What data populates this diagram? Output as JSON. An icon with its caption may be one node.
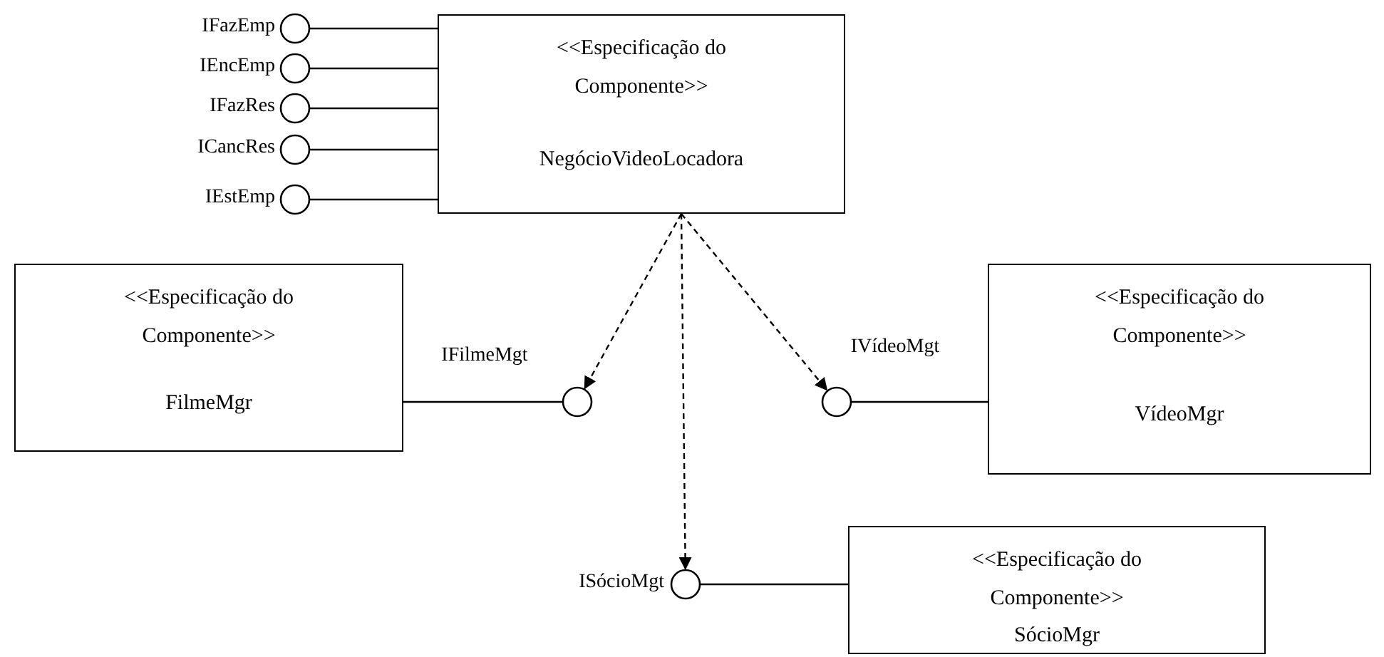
{
  "diagram": {
    "nodes": [
      {
        "text": [
          "<<Especificação do Componente>>",
          "NegócioVideoLocadora"
        ]
      },
      {
        "text": [
          "IFazEmp"
        ]
      },
      {
        "text": [
          "IEncEmp"
        ]
      },
      {
        "text": [
          "IFazRes"
        ]
      },
      {
        "text": [
          "ICancRes"
        ]
      },
      {
        "text": [
          "IEstEmp"
        ]
      },
      {
        "text": [
          "<<Especificação do Componente>>",
          "FilmeMgr"
        ]
      },
      {
        "text": [
          "IFilmeMgt"
        ]
      },
      {
        "text": [
          "IVídeoMgt"
        ]
      },
      {
        "text": [
          "<<Especificação do Componente>>",
          "VídeoMgr"
        ]
      },
      {
        "text": [
          "ISócioMgt"
        ]
      },
      {
        "text": [
          "<<Especificação do Componente>>",
          "SócioMgr"
        ]
      }
    ],
    "edges": [
      {
        "from": 1,
        "to": 0,
        "arrow": "none"
      },
      {
        "from": 2,
        "to": 0,
        "arrow": "none"
      },
      {
        "from": 3,
        "to": 0,
        "arrow": "none"
      },
      {
        "from": 4,
        "to": 0,
        "arrow": "none"
      },
      {
        "from": 5,
        "to": 0,
        "arrow": "none"
      },
      {
        "from": 6,
        "to": 7,
        "arrow": "none"
      },
      {
        "from": 9,
        "to": 8,
        "arrow": "none"
      },
      {
        "from": 11,
        "to": 10,
        "arrow": "none"
      },
      {
        "from": 0,
        "to": 7,
        "arrow": "to",
        "style": "dashed"
      },
      {
        "from": 0,
        "to": 8,
        "arrow": "to",
        "style": "dashed"
      },
      {
        "from": 0,
        "to": 10,
        "arrow": "to",
        "style": "dashed"
      }
    ]
  }
}
